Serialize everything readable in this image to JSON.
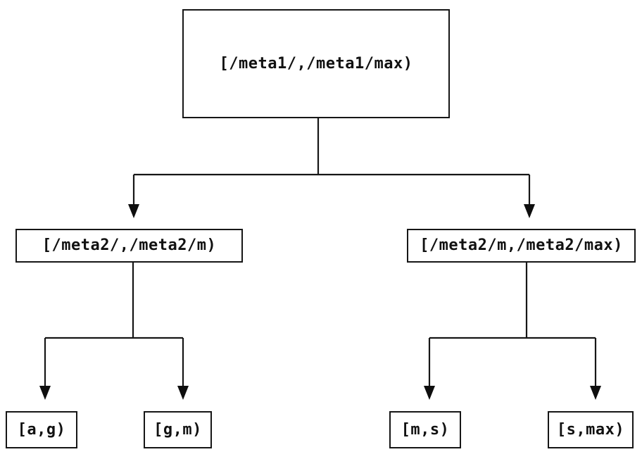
{
  "diagram": {
    "type": "binary-interval-partition-tree",
    "colors": {
      "background": "#ffffff",
      "line": "#161616",
      "box_border": "#161616",
      "text": "#111111",
      "arrowhead": "#0e0e0e"
    },
    "nodes": {
      "root": {
        "label": "[/meta1/,/meta1/max)"
      },
      "left": {
        "label": "[/meta2/,/meta2/m)"
      },
      "right": {
        "label": "[/meta2/m,/meta2/max)"
      },
      "leaf_ag": {
        "label": "[a,g)"
      },
      "leaf_gm": {
        "label": "[g,m)"
      },
      "leaf_ms": {
        "label": "[m,s)"
      },
      "leaf_smax": {
        "label": "[s,max)"
      }
    },
    "edges": [
      {
        "from": "root",
        "to": "left"
      },
      {
        "from": "root",
        "to": "right"
      },
      {
        "from": "left",
        "to": "leaf_ag"
      },
      {
        "from": "left",
        "to": "leaf_gm"
      },
      {
        "from": "right",
        "to": "leaf_ms"
      },
      {
        "from": "right",
        "to": "leaf_smax"
      }
    ]
  }
}
